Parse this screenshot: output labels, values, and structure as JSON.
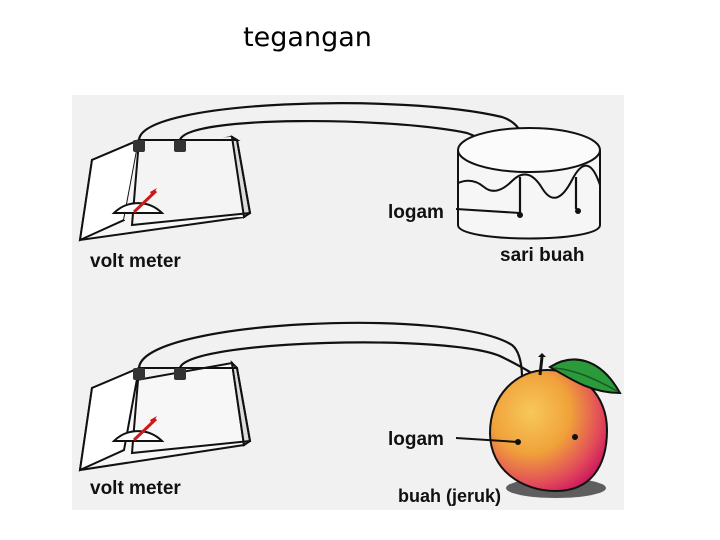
{
  "title": "tegangan",
  "colors": {
    "panel": "#f1f1f1",
    "needle": "#cc1a1a",
    "fruit_light": "#f3b22e",
    "fruit_dark": "#d9185f",
    "leaf": "#2a9a3a"
  },
  "top_setup": {
    "meter_label": "volt meter",
    "probe_label": "logam",
    "container_label": "sari buah"
  },
  "bottom_setup": {
    "meter_label": "volt meter",
    "probe_label": "logam",
    "fruit_label": "buah (jeruk)"
  }
}
